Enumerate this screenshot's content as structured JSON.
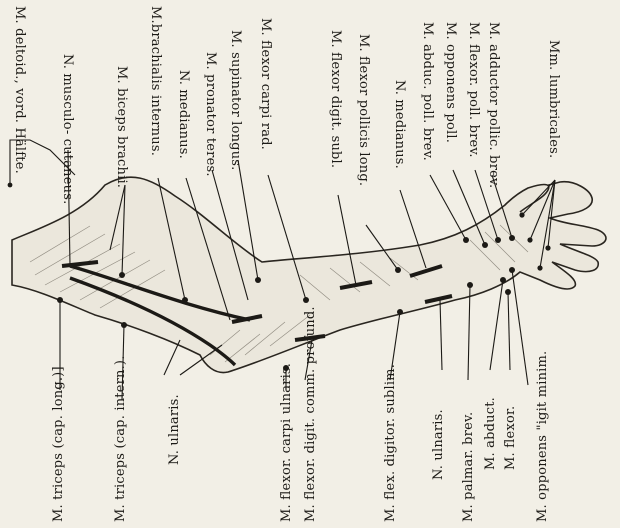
{
  "figure": {
    "top_labels": {
      "deltoid": "M. deltoid., vord. Hälfte.",
      "musculocutaneus": "N. musculo- cutaneus.",
      "biceps": "M. biceps brachii.",
      "brachialis": "M.brachialis internus.",
      "medianus_upper": "N. medianus.",
      "pronator": "M. pronator teres.",
      "supinator": "M. supinator longus.",
      "flexor_carpi_rad": "M. flexor carpi rad.",
      "flexor_digit_subl": "M. flexor digit. subl.",
      "flexor_pollicis_long": "M. flexor pollicis long.",
      "medianus_wrist": "N. medianus.",
      "abduc_poll": "M. abduc. poll. brev.",
      "opponens_poll": "M. opponens poll.",
      "flexor_poll_brev": "M. flexor. poll. brev.",
      "adductor_pollic": "M. adductor pollic. brev.",
      "lumbricales": "Mm. lumbricales."
    },
    "bottom_labels": {
      "triceps_long": "M. triceps (cap. long.)]",
      "triceps_intern": "M. triceps (cap. intern.).",
      "ulnaris_upper": "N. ulnaris.",
      "flexor_carpi_ulnaris": "M. flexor. carpi ulnaris.",
      "flexor_digit_comm": "M. flexor. digit. comm. profund.",
      "flex_digitor_sublim": "M. flex. digitor. sublim.",
      "ulnaris_wrist": "N. ulnaris.",
      "palmar_brev": "M. palmar. brev.",
      "m_abduct": "M. abduct.",
      "m_flexor": "M. flexor.",
      "opponens_digiti": "M. opponens \"igit minim."
    }
  }
}
